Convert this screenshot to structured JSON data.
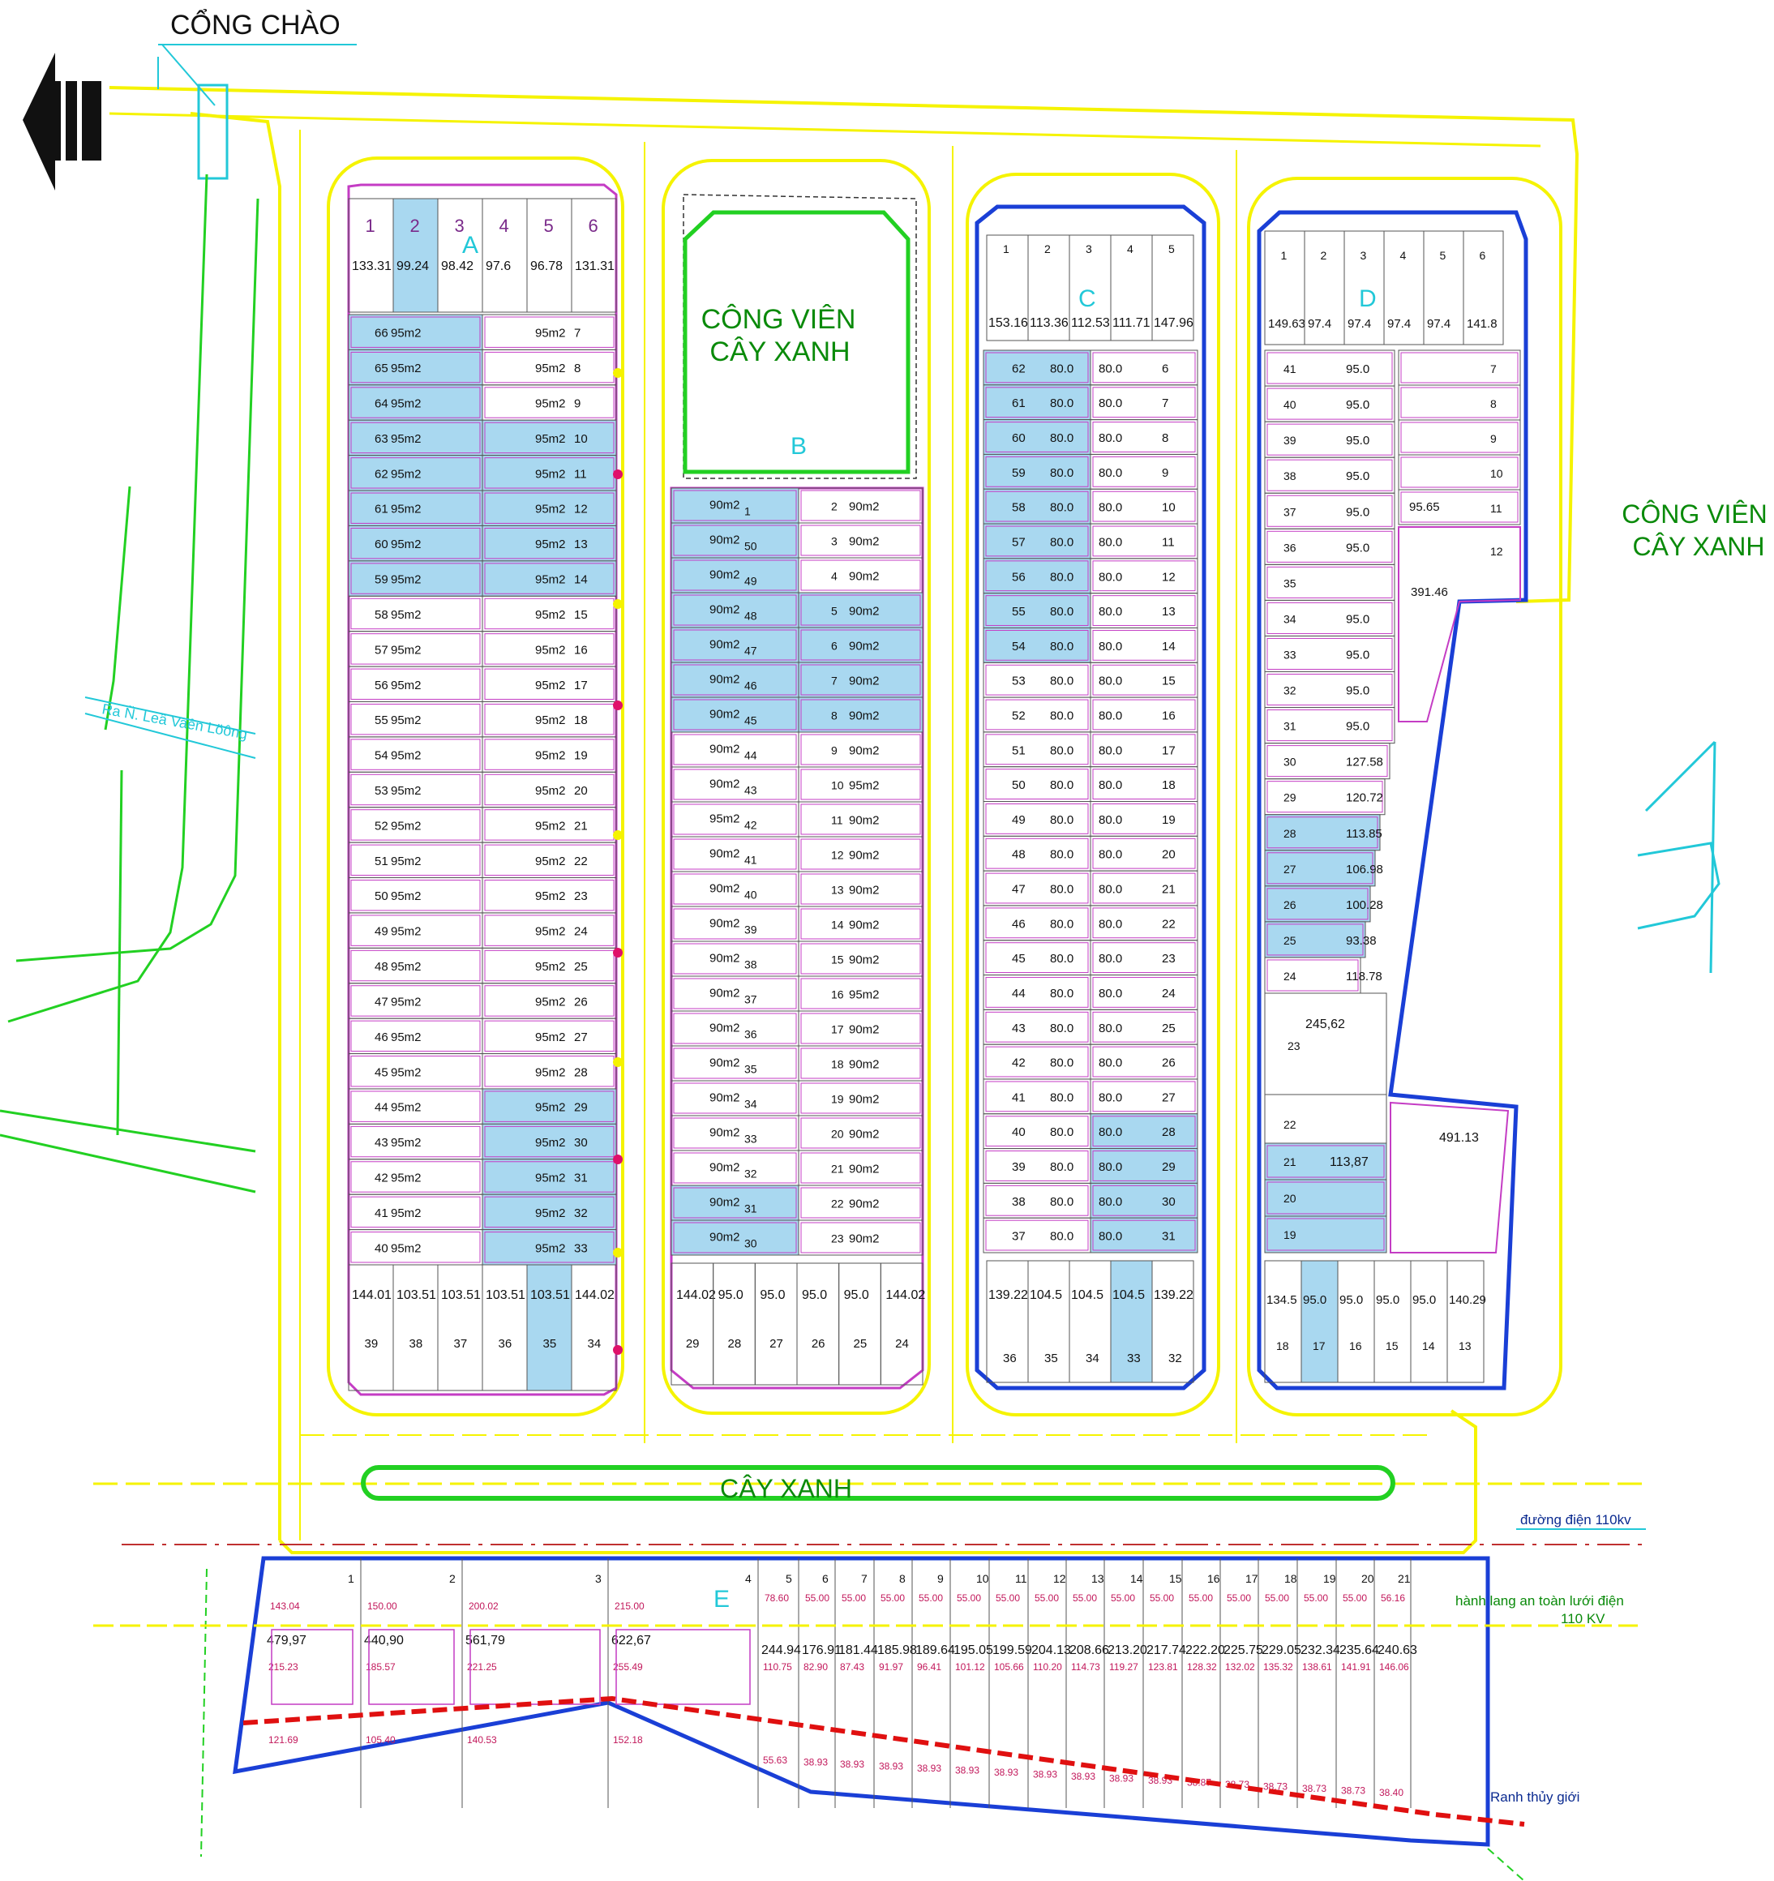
{
  "labels": {
    "gate": "CỔNG CHÀO",
    "park_left_1": "CÔNG VIÊN",
    "park_left_2": "CÂY XANH",
    "park_right_1": "CÔNG VIÊN",
    "park_right_2": "CÂY XANH",
    "tree_strip": "CÂY XANH",
    "street": "Ra Ñ. Leâ Vaên Löông",
    "powerline": "đường điện 110kv",
    "corridor_1": "hành lang an toàn lưới điện",
    "corridor_2": "110 KV",
    "water_line": "Ranh thủy giới",
    "block_a": "A",
    "block_b": "B",
    "block_c": "C",
    "block_d": "D",
    "block_e": "E"
  },
  "colors": {
    "road_yellow": "#f5f300",
    "lot_magenta": "#c43cc4",
    "block_blue": "#1a3fd6",
    "sold_blue": "#a9d8f0",
    "green": "#22d022",
    "cyan": "#22c8d8",
    "red_dash": "#e01010",
    "dim_red": "#c2185b"
  },
  "block_a": {
    "top": {
      "nums": [
        "1",
        "2",
        "3",
        "4",
        "5",
        "6"
      ],
      "areas": [
        "133.31",
        "99.24",
        "98.42",
        "97.6",
        "96.78",
        "131.31"
      ]
    },
    "left": {
      "nums": [
        "66",
        "65",
        "64",
        "63",
        "62",
        "61",
        "60",
        "59",
        "58",
        "57",
        "56",
        "55",
        "54",
        "53",
        "52",
        "51",
        "50",
        "49",
        "48",
        "47",
        "46",
        "45",
        "44",
        "43",
        "42",
        "41",
        "40"
      ],
      "area": "95m2"
    },
    "right": {
      "nums": [
        "7",
        "8",
        "9",
        "10",
        "11",
        "12",
        "13",
        "14",
        "15",
        "16",
        "17",
        "18",
        "19",
        "20",
        "21",
        "22",
        "23",
        "24",
        "25",
        "26",
        "27",
        "28",
        "29",
        "30",
        "31",
        "32",
        "33"
      ],
      "area": "95m2"
    },
    "bottom": {
      "nums": [
        "39",
        "38",
        "37",
        "36",
        "35",
        "34"
      ],
      "areas": [
        "144.01",
        "103.51",
        "103.51",
        "103.51",
        "103.51",
        "144.02"
      ]
    }
  },
  "block_b": {
    "left": {
      "nums": [
        "1",
        "50",
        "49",
        "48",
        "47",
        "46",
        "45",
        "44",
        "43",
        "42",
        "41",
        "40",
        "39",
        "38",
        "37",
        "36",
        "35",
        "34",
        "33",
        "32",
        "31",
        "30"
      ],
      "areas": [
        "90m2",
        "90m2",
        "90m2",
        "90m2",
        "90m2",
        "90m2",
        "90m2",
        "90m2",
        "90m2",
        "95m2",
        "90m2",
        "90m2",
        "90m2",
        "90m2",
        "90m2",
        "90m2",
        "90m2",
        "90m2",
        "90m2",
        "90m2",
        "90m2",
        "90m2"
      ]
    },
    "right": {
      "nums": [
        "2",
        "3",
        "4",
        "5",
        "6",
        "7",
        "8",
        "9",
        "10",
        "11",
        "12",
        "13",
        "14",
        "15",
        "16",
        "17",
        "18",
        "19",
        "20",
        "21",
        "22",
        "23"
      ],
      "areas": [
        "90m2",
        "90m2",
        "90m2",
        "90m2",
        "90m2",
        "90m2",
        "90m2",
        "90m2",
        "95m2",
        "90m2",
        "90m2",
        "90m2",
        "90m2",
        "90m2",
        "95m2",
        "90m2",
        "90m2",
        "90m2",
        "90m2",
        "90m2",
        "90m2",
        "90m2"
      ]
    },
    "bottom": {
      "nums": [
        "29",
        "28",
        "27",
        "26",
        "25",
        "24"
      ],
      "areas": [
        "144.02",
        "95.0",
        "95.0",
        "95.0",
        "95.0",
        "144.02"
      ]
    }
  },
  "block_c": {
    "top": {
      "nums": [
        "1",
        "2",
        "3",
        "4",
        "5"
      ],
      "areas": [
        "153.16",
        "113.36",
        "112.53",
        "111.71",
        "147.96"
      ]
    },
    "left": {
      "nums": [
        "62",
        "61",
        "60",
        "59",
        "58",
        "57",
        "56",
        "55",
        "54",
        "53",
        "52",
        "51",
        "50",
        "49",
        "48",
        "47",
        "46",
        "45",
        "44",
        "43",
        "42",
        "41",
        "40",
        "39",
        "38",
        "37"
      ],
      "area": "80.0"
    },
    "right": {
      "nums": [
        "6",
        "7",
        "8",
        "9",
        "10",
        "11",
        "12",
        "13",
        "14",
        "15",
        "16",
        "17",
        "18",
        "19",
        "20",
        "21",
        "22",
        "23",
        "24",
        "25",
        "26",
        "27",
        "28",
        "29",
        "30",
        "31"
      ],
      "area": "80.0"
    },
    "bottom": {
      "nums": [
        "36",
        "35",
        "34",
        "33",
        "32"
      ],
      "areas": [
        "139.22",
        "104.5",
        "104.5",
        "104.5",
        "139.22"
      ]
    }
  },
  "block_d": {
    "top": {
      "nums": [
        "1",
        "2",
        "3",
        "4",
        "5",
        "6"
      ],
      "areas": [
        "149.63",
        "97.4",
        "97.4",
        "97.4",
        "97.4",
        "141.8"
      ]
    },
    "left": {
      "nums": [
        "41",
        "40",
        "39",
        "38",
        "37",
        "36",
        "35",
        "34",
        "33",
        "32",
        "31",
        "30",
        "29",
        "28",
        "27",
        "26",
        "25",
        "24"
      ],
      "areas": [
        "95.0",
        "95.0",
        "95.0",
        "95.0",
        "95.0",
        "95.0",
        "",
        "95.0",
        "95.0",
        "95.0",
        "95.0",
        "127.58",
        "120.72",
        "113.85",
        "106.98",
        "100.28",
        "93.38",
        "118.78"
      ]
    },
    "right": {
      "nums": [
        "7",
        "8",
        "9",
        "10",
        "11",
        "12"
      ],
      "area_11": "95.65",
      "area_12": "391.46"
    },
    "lot23": {
      "num": "23",
      "area": "245,62"
    },
    "lot22": {
      "num": "22"
    },
    "lot21": {
      "num": "21",
      "area": "113,87"
    },
    "lot20": {
      "num": "20"
    },
    "lot19": {
      "num": "19"
    },
    "big": {
      "area": "491.13"
    },
    "bottom": {
      "nums": [
        "18",
        "17",
        "16",
        "15",
        "14",
        "13"
      ],
      "areas": [
        "134.5",
        "95.0",
        "95.0",
        "95.0",
        "95.0",
        "140.29"
      ]
    }
  },
  "block_e": {
    "nums": [
      "1",
      "2",
      "3",
      "4",
      "5",
      "6",
      "7",
      "8",
      "9",
      "10",
      "11",
      "12",
      "13",
      "14",
      "15",
      "16",
      "17",
      "18",
      "19",
      "20",
      "21"
    ],
    "areas": [
      "479,97",
      "440,90",
      "561,79",
      "622,67",
      "244.94",
      "176.91",
      "181.44",
      "185.98",
      "189.64",
      "195.05",
      "199.59",
      "204.13",
      "208.66",
      "213.20",
      "217.74",
      "222.20",
      "225.75",
      "229.05",
      "232.34",
      "235.64",
      "240.63"
    ],
    "upper_areas": [
      "143.04",
      "150.00",
      "200.02",
      "215.00",
      "78.60",
      "55.00",
      "55.00",
      "55.00",
      "55.00",
      "55.00",
      "55.00",
      "55.00",
      "55.00",
      "55.00",
      "55.00",
      "55.00",
      "55.00",
      "55.00",
      "55.00",
      "55.00",
      "56.16"
    ],
    "inner_areas": [
      "215.23",
      "185.57",
      "221.25",
      "255.49",
      "110.75",
      "82.90",
      "87.43",
      "91.97",
      "96.41",
      "101.12",
      "105.66",
      "110.20",
      "114.73",
      "119.27",
      "123.81",
      "128.32",
      "132.02",
      "135.32",
      "138.61",
      "141.91",
      "146.06"
    ],
    "lower_areas": [
      "121.69",
      "105.40",
      "140.53",
      "152.18",
      "55.63",
      "38.93",
      "38.93",
      "38.93",
      "38.93",
      "38.93",
      "38.93",
      "38.93",
      "38.93",
      "38.93",
      "38.93",
      "38.87",
      "38.73",
      "38.73",
      "38.73",
      "38.73",
      "38.40"
    ]
  }
}
